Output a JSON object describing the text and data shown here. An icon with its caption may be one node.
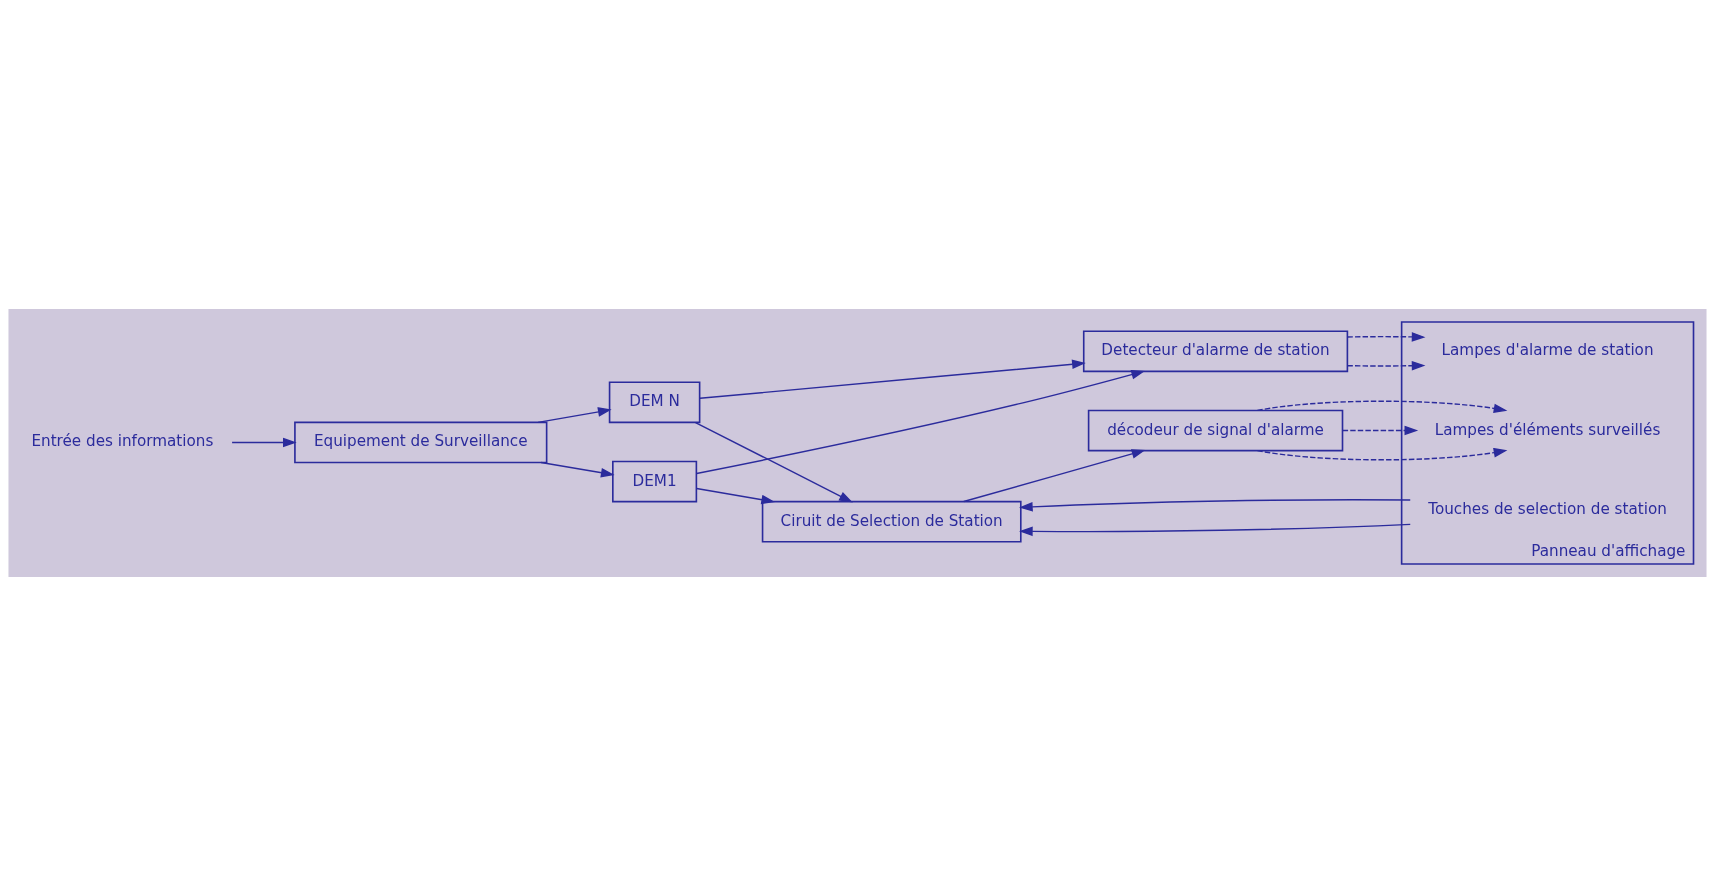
{
  "diagram": {
    "nodes": [
      {
        "text": [
          "Entrée des informations"
        ]
      },
      {
        "text": [
          "Equipement de Surveillance"
        ]
      },
      {
        "text": [
          "DEM1"
        ]
      },
      {
        "text": [
          "DEM N"
        ]
      },
      {
        "text": [
          "Ciruit de Selection de Station"
        ]
      },
      {
        "text": [
          "Detecteur d'alarme de station"
        ]
      },
      {
        "text": [
          "décodeur de signal d'alarme"
        ]
      },
      {
        "text": [
          "Panneau d'affichage"
        ]
      },
      {
        "text": [
          "Touches de selection de station"
        ],
        "in": 7
      },
      {
        "text": [
          "Lampes d'alarme de station"
        ],
        "in": 7
      },
      {
        "text": [
          "Lampes d'éléments surveillés"
        ],
        "in": 7
      }
    ],
    "edges": [
      {
        "from": 0,
        "to": 1,
        "arrow": "to"
      },
      {
        "from": 1,
        "to": 2,
        "arrow": "to"
      },
      {
        "from": 1,
        "to": 3,
        "arrow": "to"
      },
      {
        "from": 2,
        "to": 4,
        "arrow": "to"
      },
      {
        "from": 3,
        "to": 4,
        "arrow": "to"
      },
      {
        "from": 3,
        "to": 5,
        "arrow": "to"
      },
      {
        "from": 2,
        "to": 5,
        "arrow": "to"
      },
      {
        "from": 8,
        "to": 4,
        "arrow": "to"
      },
      {
        "from": 8,
        "to": 4,
        "arrow": "to"
      },
      {
        "from": 5,
        "to": 9,
        "arrow": "to",
        "style": "dashed"
      },
      {
        "from": 5,
        "to": 9,
        "arrow": "to",
        "style": "dashed"
      },
      {
        "from": 4,
        "to": 6,
        "arrow": "to"
      },
      {
        "from": 6,
        "to": 10,
        "arrow": "to",
        "style": "dashed"
      },
      {
        "from": 6,
        "to": 10,
        "arrow": "to",
        "style": "dashed"
      },
      {
        "from": 6,
        "to": 10,
        "arrow": "to",
        "style": "dashed"
      }
    ]
  }
}
